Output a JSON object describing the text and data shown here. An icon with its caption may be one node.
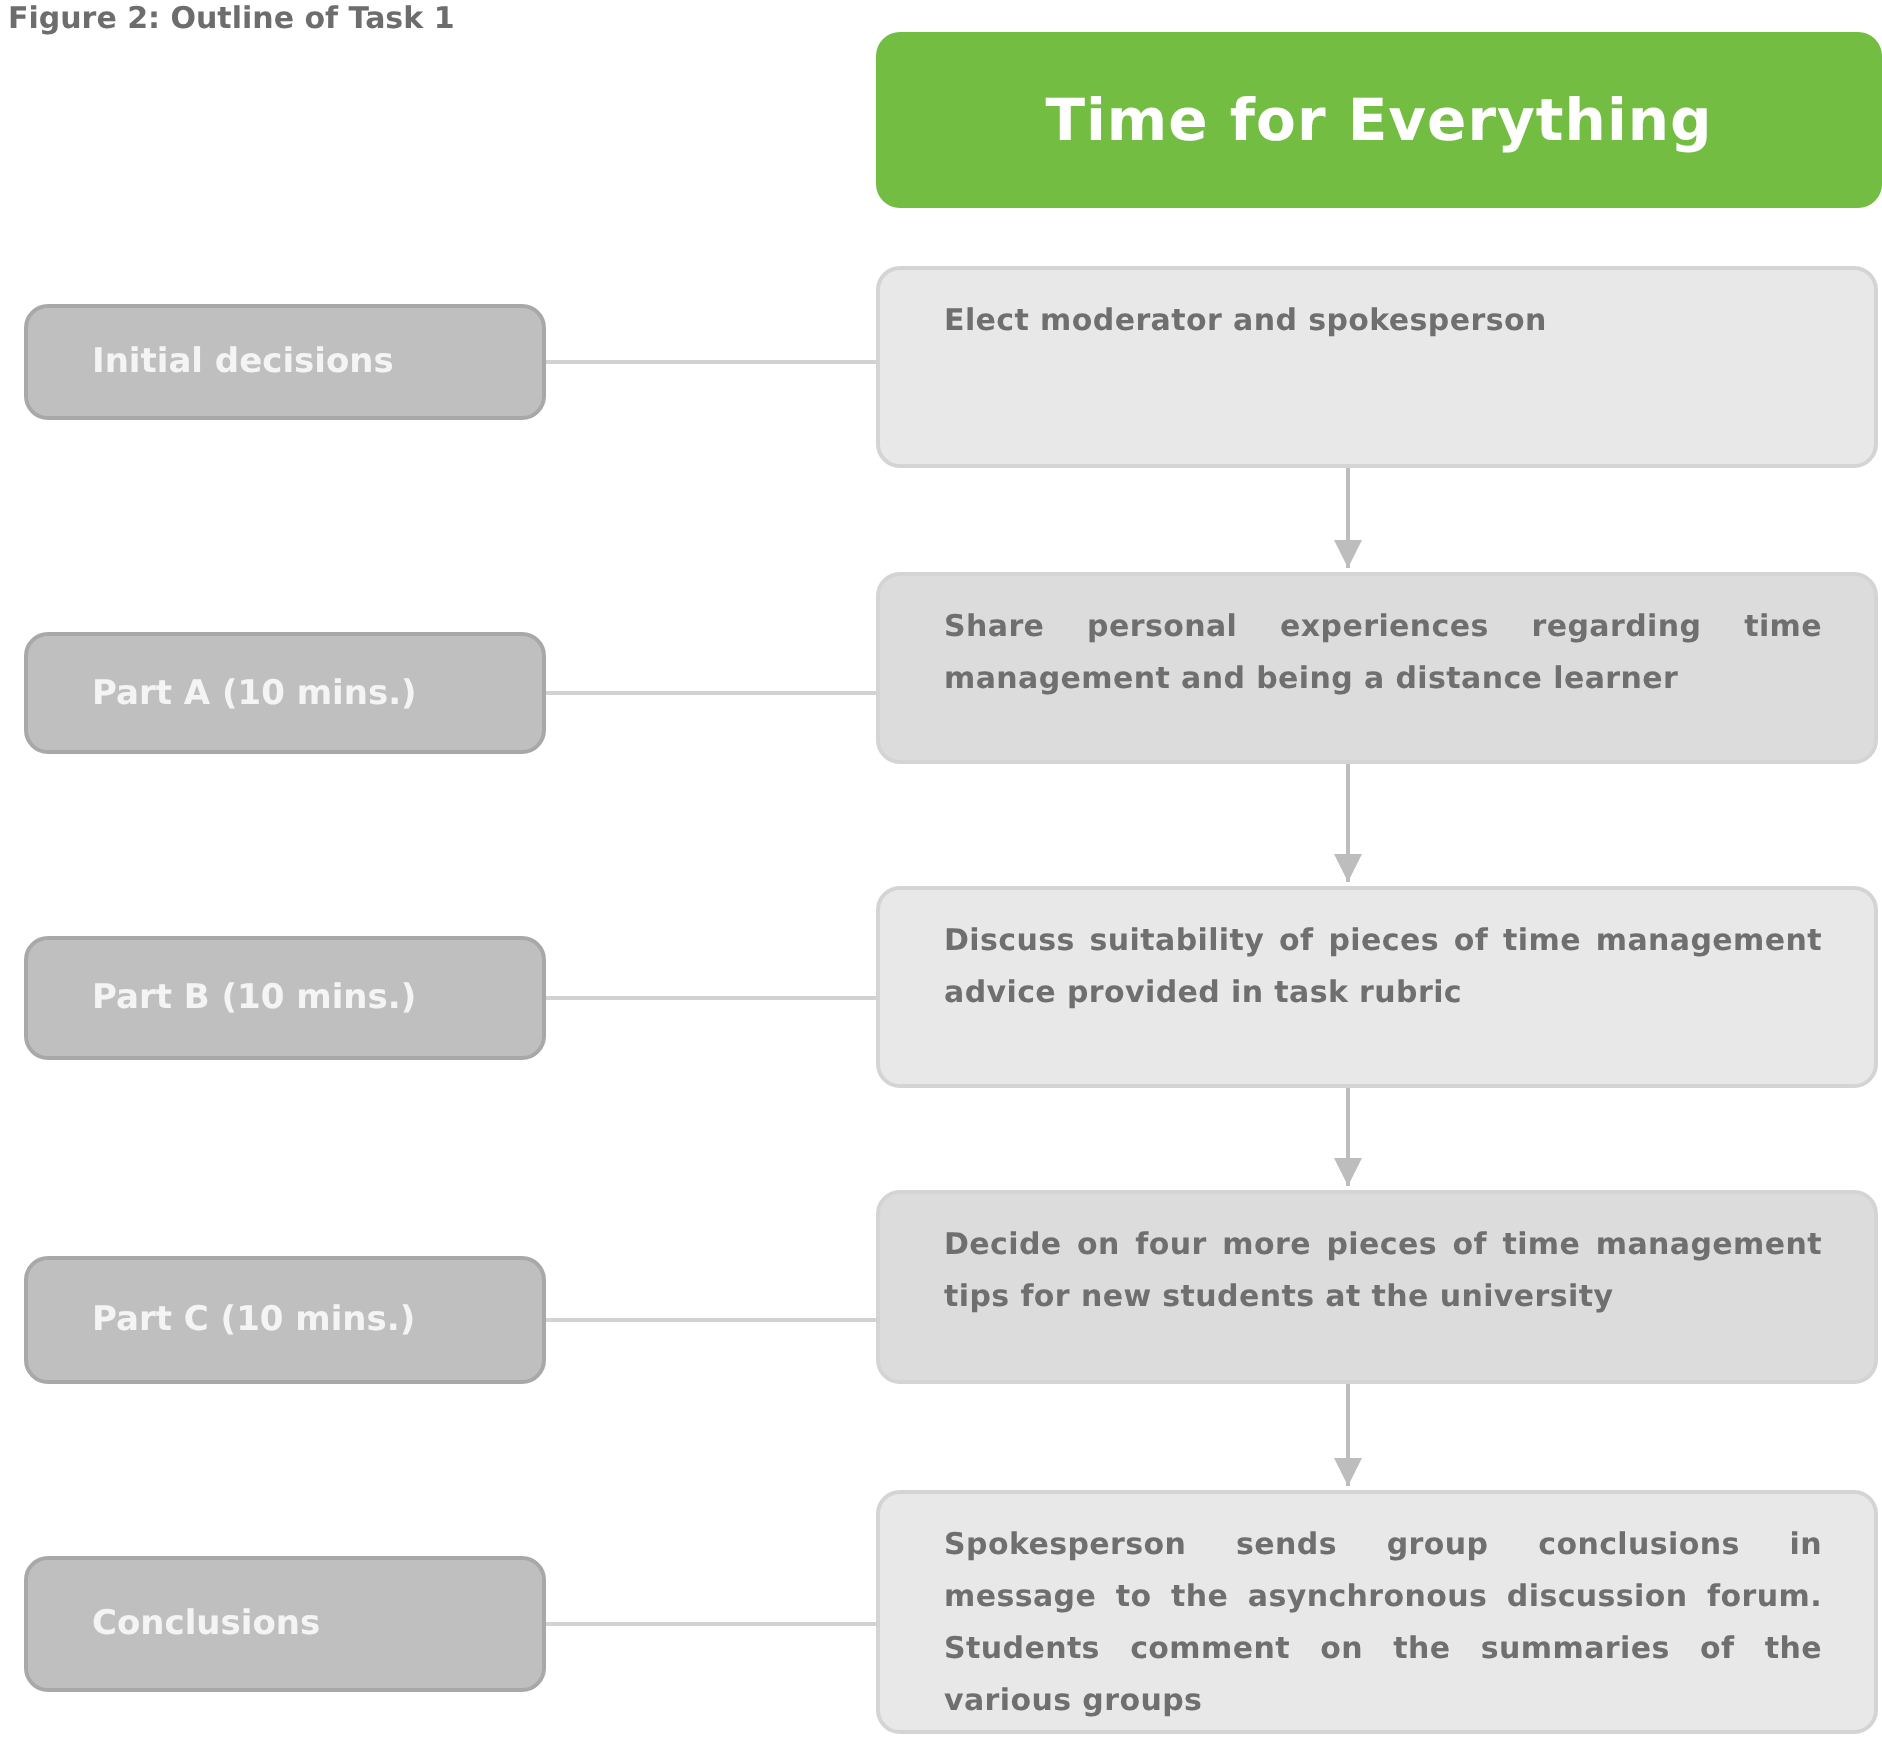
{
  "diagram": {
    "title": "Figure 2: Outline of Task 1",
    "nodes": [
      {
        "text": [
          "Time for Everything"
        ]
      },
      {
        "text": [
          "Initial decisions"
        ]
      },
      {
        "text": [
          "Elect moderator and spokesperson"
        ]
      },
      {
        "text": [
          "Part A (10 mins.)"
        ]
      },
      {
        "text": [
          "Share personal experiences regarding time management and being a distance learner"
        ]
      },
      {
        "text": [
          "Part B (10 mins.)"
        ]
      },
      {
        "text": [
          "Discuss suitability of pieces of time management advice provided in task rubric"
        ]
      },
      {
        "text": [
          "Part C (10 mins.)"
        ]
      },
      {
        "text": [
          "Decide on four more pieces of time management tips for new students at the university"
        ]
      },
      {
        "text": [
          "Conclusions"
        ]
      },
      {
        "text": [
          "Spokesperson sends group conclusions in message to the asynchronous discussion forum. Students comment on the summaries of the various groups"
        ]
      }
    ],
    "edges": [
      {
        "from": 1,
        "to": 2,
        "arrow": "none"
      },
      {
        "from": 2,
        "to": 4,
        "arrow": "to"
      },
      {
        "from": 3,
        "to": 4,
        "arrow": "none"
      },
      {
        "from": 4,
        "to": 6,
        "arrow": "to"
      },
      {
        "from": 5,
        "to": 6,
        "arrow": "none"
      },
      {
        "from": 6,
        "to": 8,
        "arrow": "to"
      },
      {
        "from": 7,
        "to": 8,
        "arrow": "none"
      },
      {
        "from": 8,
        "to": 10,
        "arrow": "to"
      },
      {
        "from": 9,
        "to": 10,
        "arrow": "none"
      }
    ]
  }
}
